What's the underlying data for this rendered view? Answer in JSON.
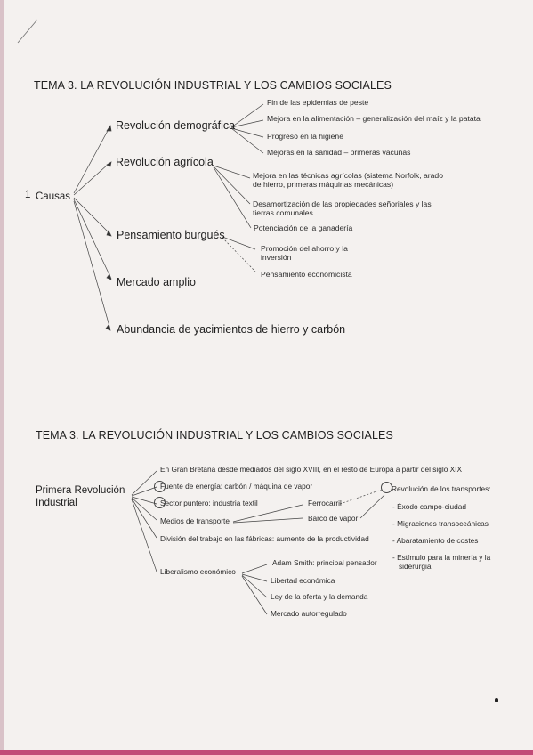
{
  "section1": {
    "title": "TEMA 3. LA REVOLUCIÓN INDUSTRIAL Y LOS CAMBIOS SOCIALES",
    "number": "1",
    "root": "Causas",
    "branches": {
      "demografica": "Revolución demográfica",
      "agricola": "Revolución agrícola",
      "burgues": "Pensamiento burgués",
      "mercado": "Mercado amplio",
      "abundancia": "Abundancia de yacimientos de hierro y carbón"
    },
    "demografica_items": [
      "Fin de las epidemias de peste",
      "Mejora en la alimentación – generalización del maíz y la patata",
      "Progreso en la higiene",
      "Mejoras en la sanidad – primeras vacunas"
    ],
    "agricola_items": [
      "Mejora en las técnicas agrícolas (sistema Norfolk, arado",
      "de hierro, primeras máquinas mecánicas)",
      "Desamortización de las propiedades señoriales y las",
      "tierras comunales",
      "Potenciación de la ganadería"
    ],
    "burgues_items": [
      "Promoción del ahorro y la",
      "inversión",
      "Pensamiento economicista"
    ]
  },
  "section2": {
    "title": "TEMA 3. LA REVOLUCIÓN INDUSTRIAL Y LOS CAMBIOS SOCIALES",
    "root_line1": "Primera Revolución",
    "root_line2": "Industrial",
    "items": {
      "gran_bretana": "En Gran Bretaña desde mediados del siglo XVIII, en el resto de Europa a partir del siglo XIX",
      "fuente": "Fuente de energía: carbón / máquina de vapor",
      "sector": "Sector puntero: industria textil",
      "medios": "Medios de transporte",
      "division": "División del trabajo en las fábricas: aumento de la productividad",
      "liberalismo": "Liberalismo económico"
    },
    "transport": {
      "ferrocarril": "Ferrocarril",
      "barco": "Barco de vapor"
    },
    "revolucion_transportes": {
      "title": "Revolución de los transportes:",
      "items": [
        "- Éxodo campo-ciudad",
        "- Migraciones transoceánicas",
        "- Abaratamiento de costes",
        "- Estímulo para la minería y la",
        "siderurgia"
      ]
    },
    "liberalismo_items": [
      "Adam Smith: principal pensador",
      "Libertad económica",
      "Ley de la oferta y la demanda",
      "Mercado autorregulado"
    ]
  }
}
